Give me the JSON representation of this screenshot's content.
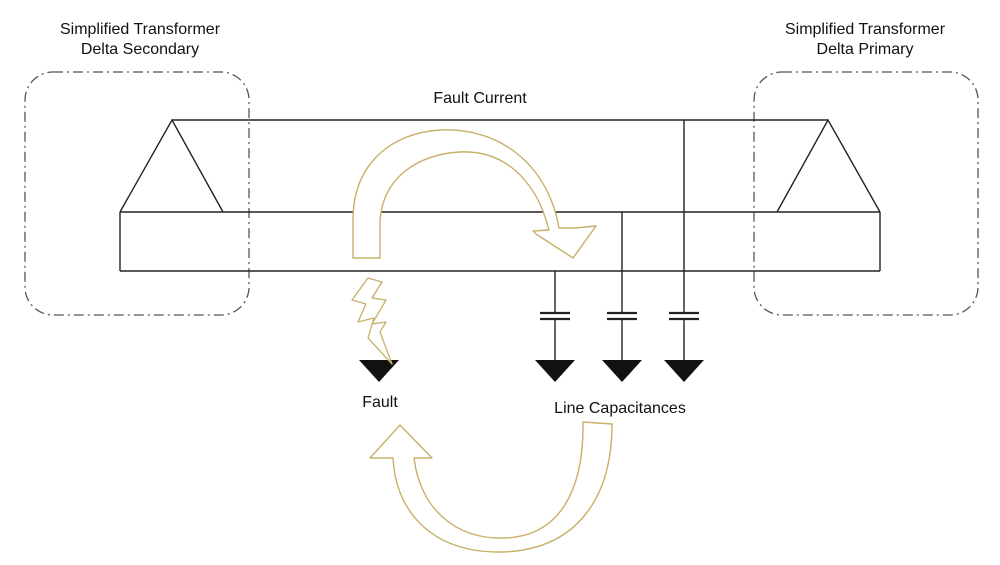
{
  "labels": {
    "secondary_line1": "Simplified Transformer",
    "secondary_line2": "Delta Secondary",
    "primary_line1": "Simplified Transformer",
    "primary_line2": "Delta Primary",
    "fault_current": "Fault Current",
    "fault": "Fault",
    "line_capacitances": "Line Capacitances"
  },
  "colors": {
    "line": "#222222",
    "box_border": "#555555",
    "arrow_outline": "#c8b068",
    "lightning_outline": "#c8b068"
  }
}
